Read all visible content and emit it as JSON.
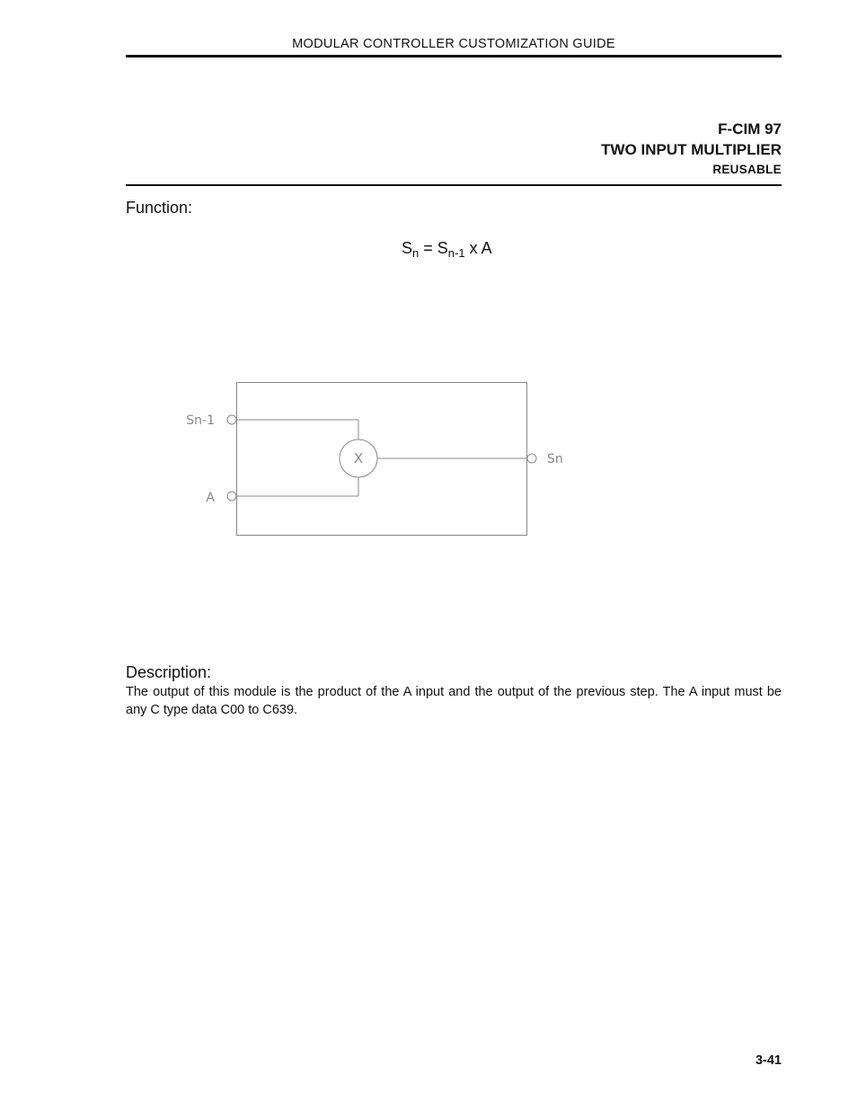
{
  "header": {
    "running_title": "MODULAR CONTROLLER CUSTOMIZATION GUIDE"
  },
  "title": {
    "code": "F-CIM 97",
    "name": "TWO INPUT MULTIPLIER",
    "subtitle": "REUSABLE"
  },
  "function": {
    "label": "Function:",
    "formula": {
      "lhs_base": "S",
      "lhs_sub": "n",
      "equals": " = ",
      "rhs_base": "S",
      "rhs_sub": "n-1",
      "rest": " x A"
    }
  },
  "diagram": {
    "inputs": [
      "Sn-1",
      "A"
    ],
    "operator": "X",
    "output": "Sn"
  },
  "description": {
    "label": "Description:",
    "text": "The output of this module is the product of the A input and the output of the previous step. The A input must be any C type data C00 to C639."
  },
  "footer": {
    "page_number": "3-41"
  },
  "colors": {
    "ink": "#111111",
    "diagram_line": "#888888"
  }
}
